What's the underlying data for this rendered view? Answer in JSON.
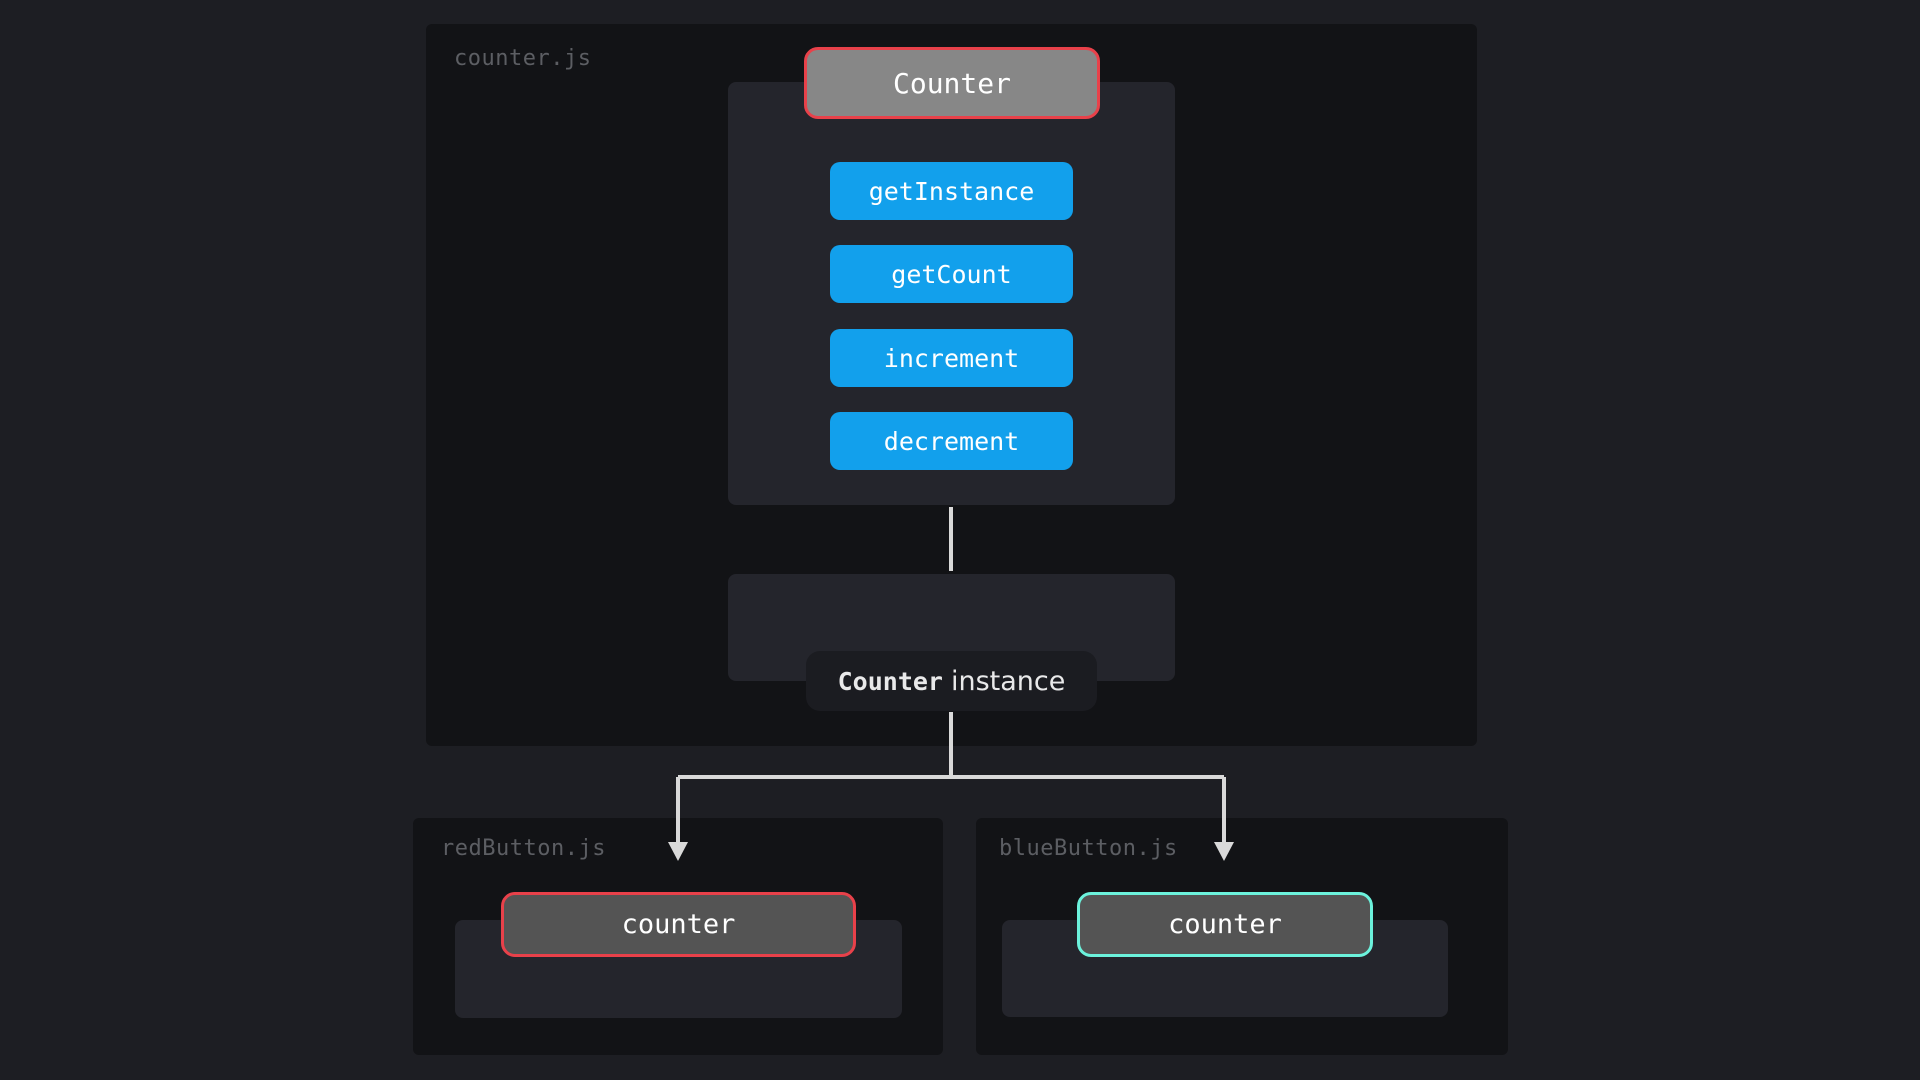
{
  "files": {
    "counter": {
      "label": "counter.js"
    },
    "red_button": {
      "label": "redButton.js"
    },
    "blue_button": {
      "label": "blueButton.js"
    }
  },
  "counter_class": {
    "name": "Counter",
    "methods": [
      "getInstance",
      "getCount",
      "increment",
      "decrement"
    ]
  },
  "instance": {
    "class_name": "Counter",
    "word": "instance"
  },
  "references": {
    "red": "counter",
    "blue": "counter"
  },
  "colors": {
    "background": "#1d1e23",
    "file_panel": "#121316",
    "inner_box": "#24252c",
    "method_blue": "#12a0ec",
    "class_grey": "#878787",
    "red_border": "#e8414a",
    "teal_border": "#6cf2dc",
    "connector": "#d9d9d9"
  }
}
